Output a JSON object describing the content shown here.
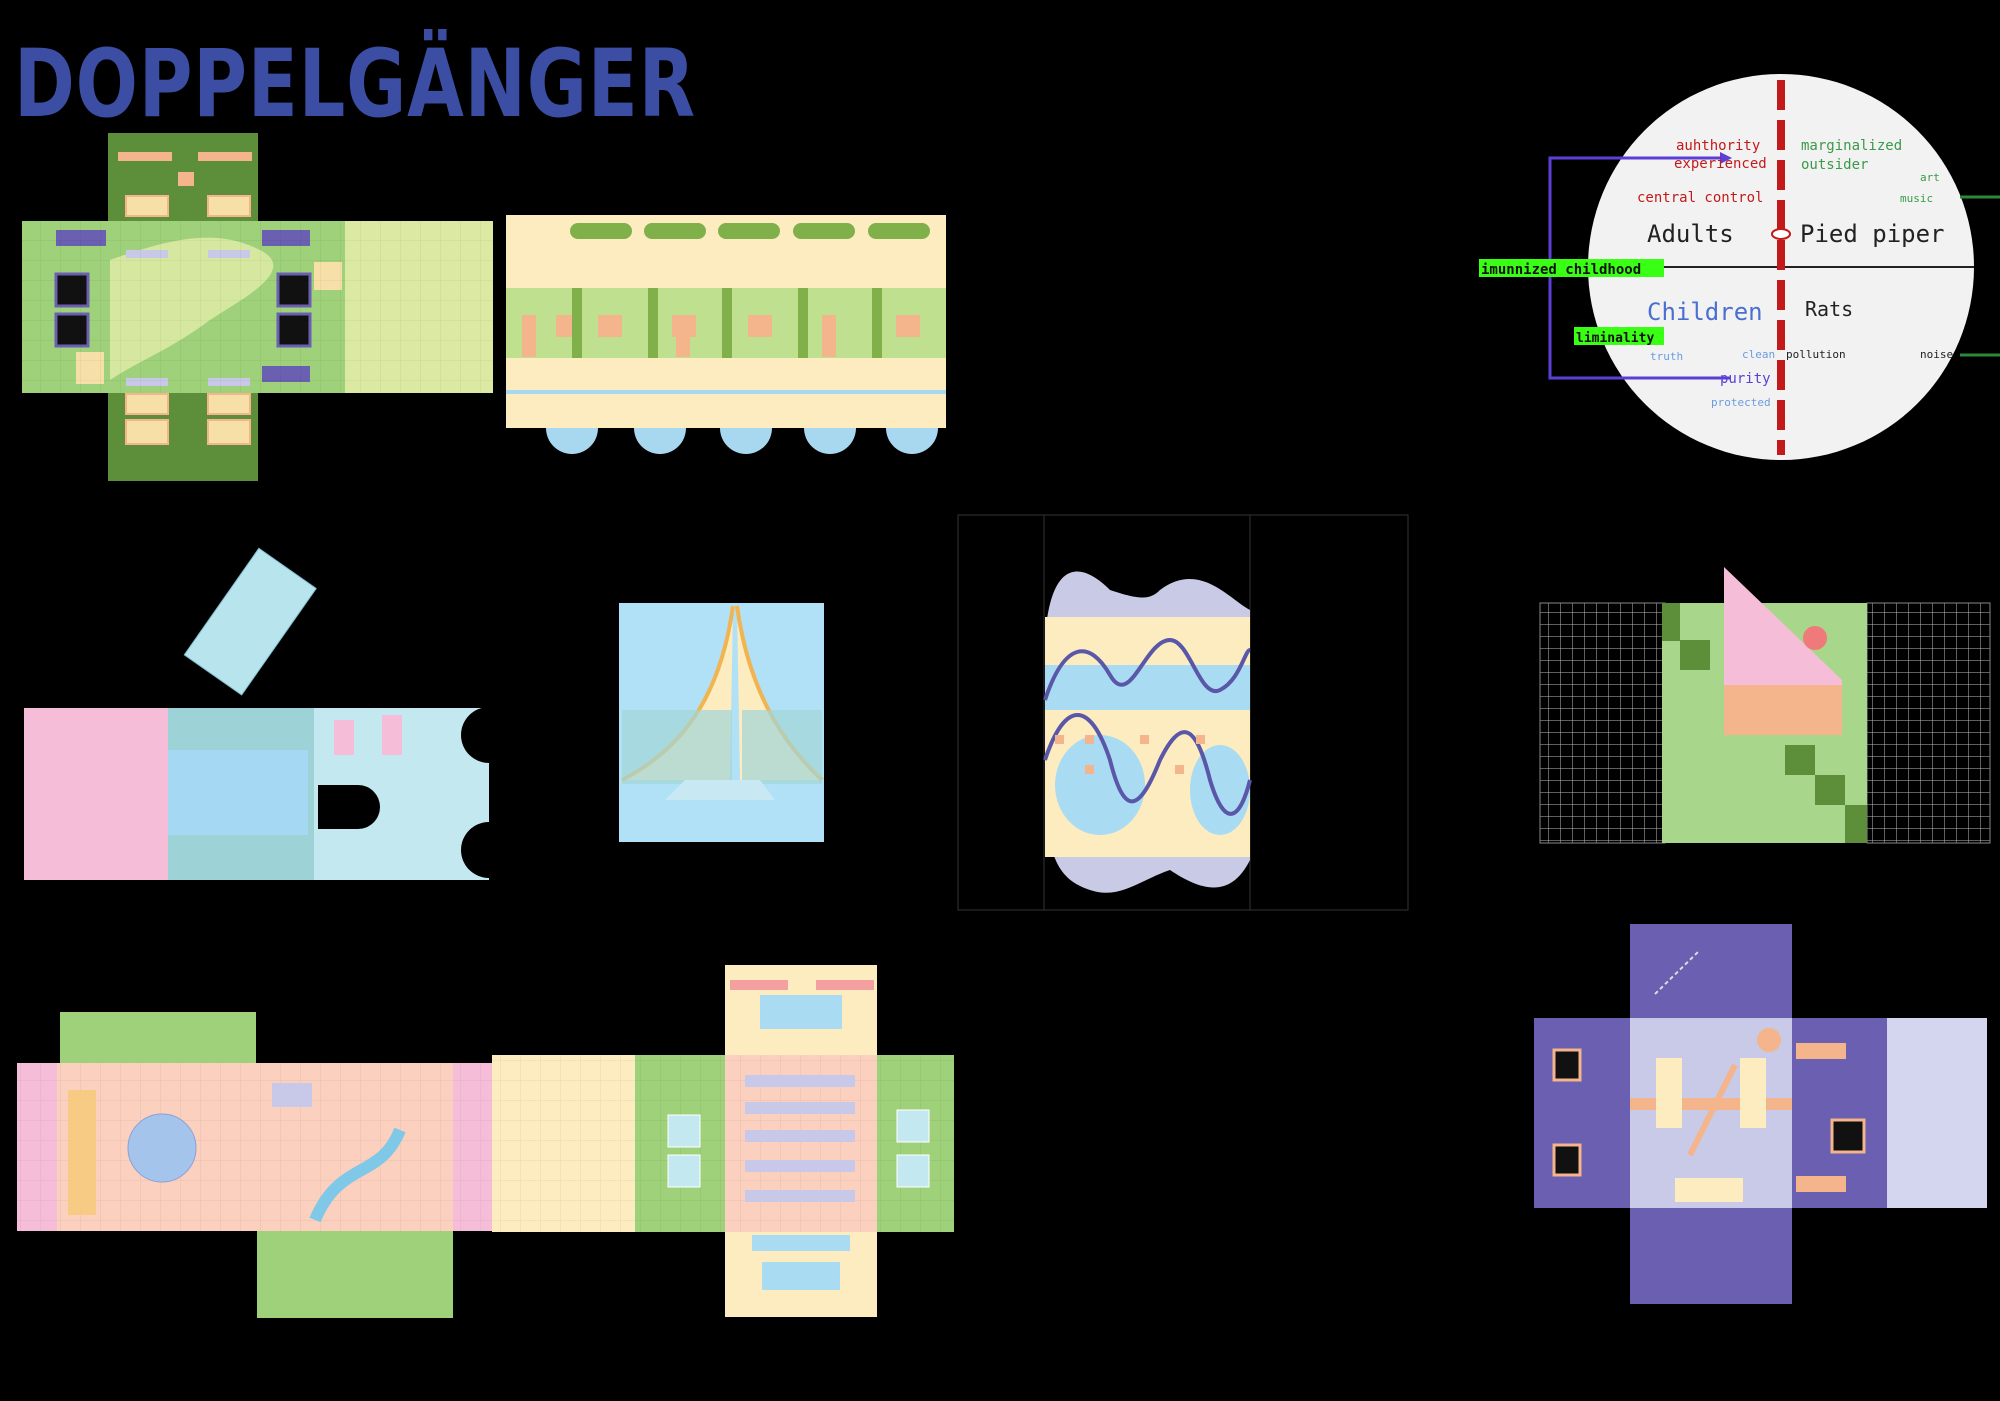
{
  "title": "DOPPELGÄNGER",
  "diagram": {
    "upper_left": [
      "auhthority",
      "experienced",
      "central control"
    ],
    "upper_right": [
      "marginalized",
      "outsider"
    ],
    "right_small": [
      "art",
      "music"
    ],
    "adults": "Adults",
    "pied_piper": "Pied piper",
    "children": "Children",
    "rats": "Rats",
    "imunnized": "imunnized childhood",
    "liminality": "liminality",
    "truth": "truth",
    "clean": "clean",
    "pollution": "pollution",
    "noise": "noise",
    "purity": "purity",
    "protected": "protected"
  },
  "colors": {
    "title": "#3b4ea3",
    "red": "#cc1f1f",
    "green_text": "#3a9a4a",
    "blue_text": "#4a6fd1",
    "highlight": "#39ff14",
    "purple_line": "#5b3fd6"
  }
}
